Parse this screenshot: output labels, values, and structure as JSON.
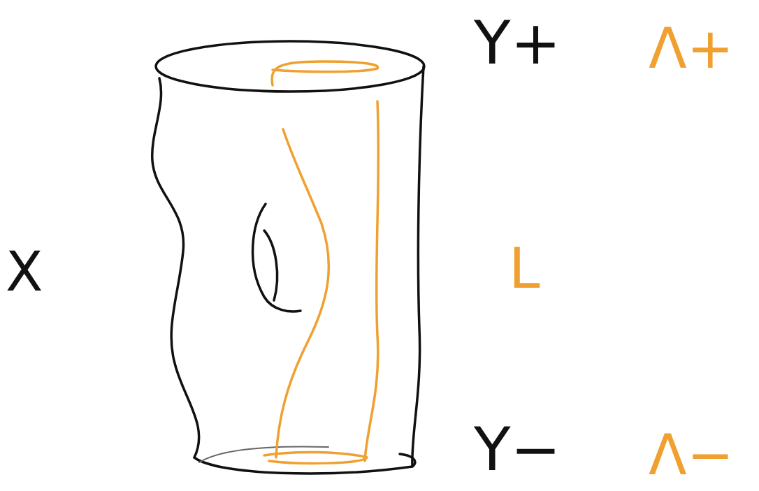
{
  "diagram": {
    "labels": [
      "X",
      "Y+",
      "Λ+",
      "L",
      "Y−",
      "Λ−"
    ]
  }
}
